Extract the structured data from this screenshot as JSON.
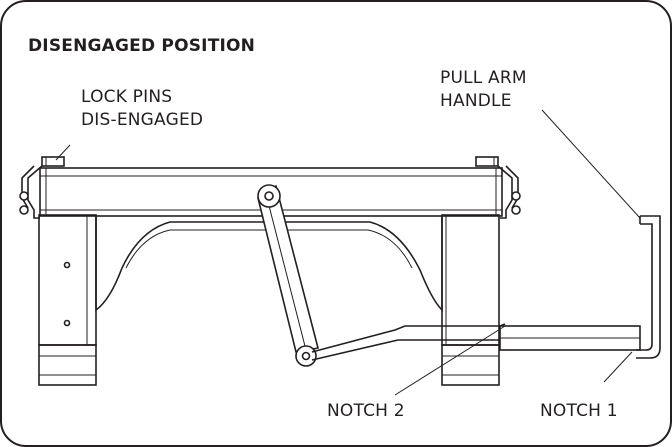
{
  "title": "DISENGAGED POSITION",
  "labels": {
    "lock_pins_line1": "LOCK PINS",
    "lock_pins_line2": "DIS-ENGAGED",
    "pull_arm_line1": "PULL ARM",
    "pull_arm_line2": "HANDLE",
    "notch2": "NOTCH 2",
    "notch1": "NOTCH 1"
  }
}
